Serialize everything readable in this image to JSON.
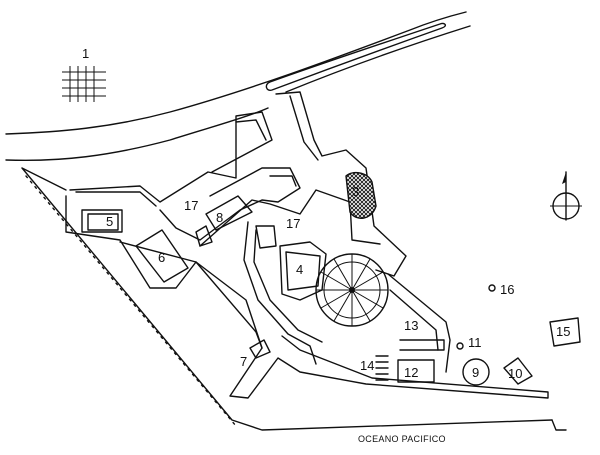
{
  "labels": {
    "l1": "1",
    "l3": "3",
    "l4": "4",
    "l5": "5",
    "l6": "6",
    "l7": "7",
    "l8": "8",
    "l9": "9",
    "l10": "10",
    "l11": "11",
    "l12": "12",
    "l13": "13",
    "l14": "14",
    "l15": "15",
    "l16": "16",
    "l17a": "17",
    "l17b": "17"
  },
  "ocean_label": "OCEANO PACIFICO",
  "icons": {
    "grid": "grid-icon",
    "compass": "north-arrow-icon",
    "spiral": "spiral-stair-icon"
  },
  "colors": {
    "ink": "#111111",
    "paper": "#ffffff"
  }
}
